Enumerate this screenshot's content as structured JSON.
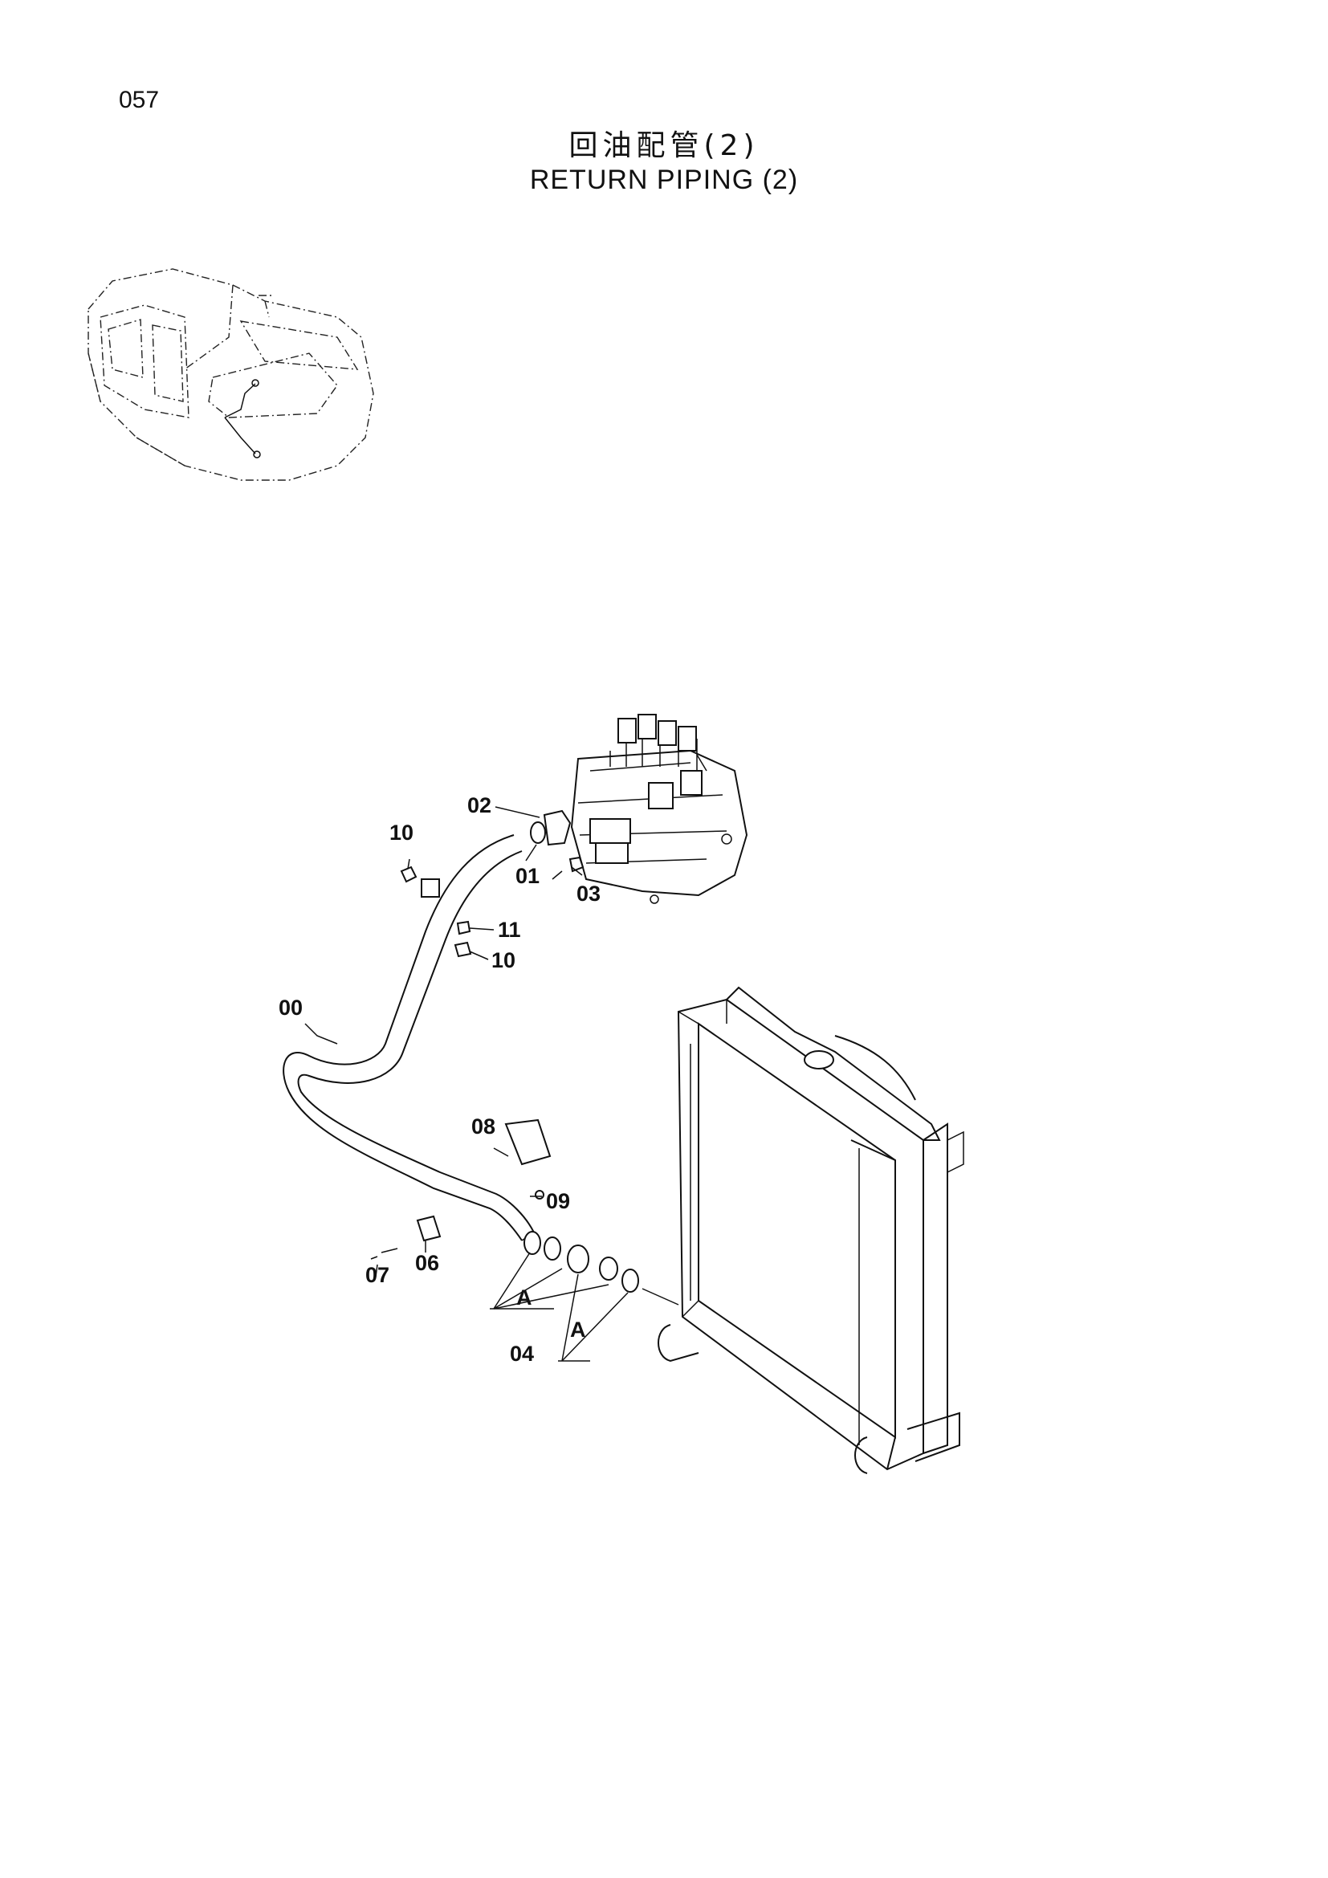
{
  "page_number": "057",
  "title_cn": "回油配管(2)",
  "title_en": "RETURN PIPING (2)",
  "callouts": {
    "c00": "00",
    "c01": "01",
    "c02": "02",
    "c03": "03",
    "c04": "04",
    "c06": "06",
    "c07": "07",
    "c08": "08",
    "c09": "09",
    "c10a": "10",
    "c10b": "10",
    "c11": "11",
    "cA1": "A",
    "cA2": "A"
  }
}
